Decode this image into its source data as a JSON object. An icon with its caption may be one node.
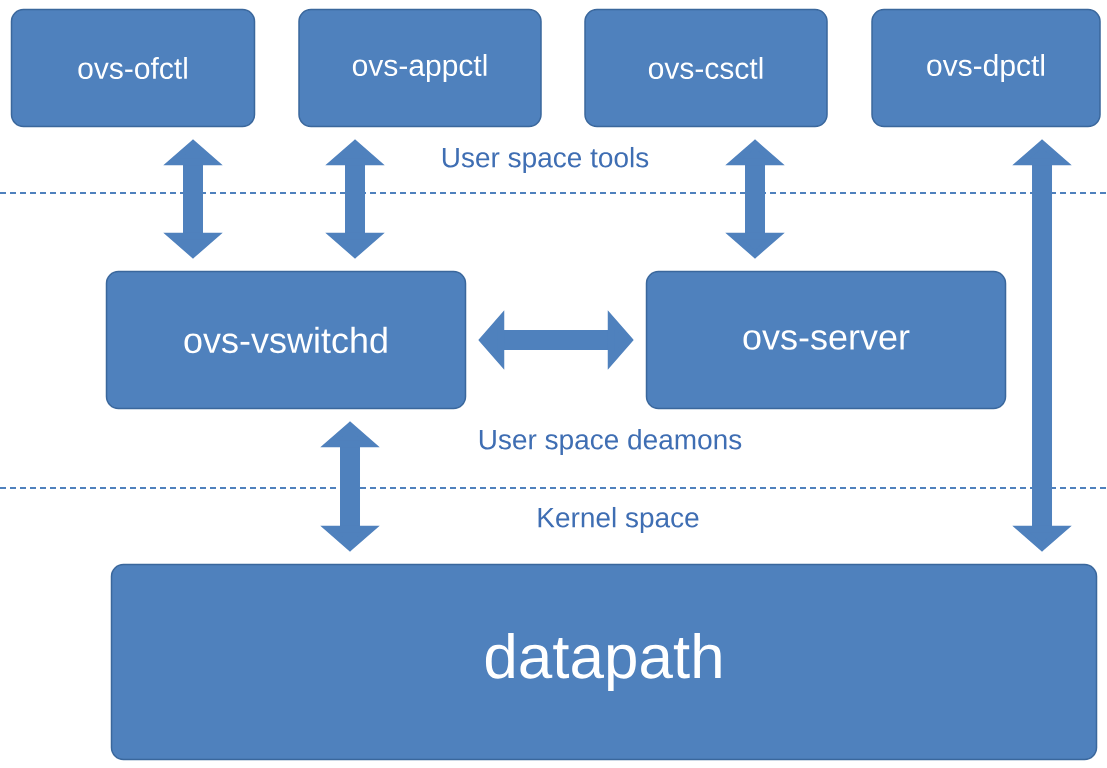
{
  "diagram": {
    "nodes": [
      {
        "text": [
          "ovs-ofctl"
        ]
      },
      {
        "text": [
          "ovs-appctl"
        ]
      },
      {
        "text": [
          "ovs-csctl"
        ]
      },
      {
        "text": [
          "ovs-dpctl"
        ]
      },
      {
        "text": [
          "ovs-vswitchd"
        ]
      },
      {
        "text": [
          "ovs-server"
        ]
      },
      {
        "text": [
          "datapath"
        ]
      }
    ],
    "edges": [
      {
        "from": 0,
        "to": 4,
        "arrow": "both"
      },
      {
        "from": 1,
        "to": 4,
        "arrow": "both"
      },
      {
        "from": 2,
        "to": 5,
        "arrow": "both"
      },
      {
        "from": 3,
        "to": 6,
        "arrow": "both"
      },
      {
        "from": 4,
        "to": 5,
        "arrow": "both"
      },
      {
        "from": 4,
        "to": 6,
        "arrow": "both"
      }
    ],
    "labels": [
      "User space tools",
      "User space deamons",
      "Kernel space"
    ]
  }
}
